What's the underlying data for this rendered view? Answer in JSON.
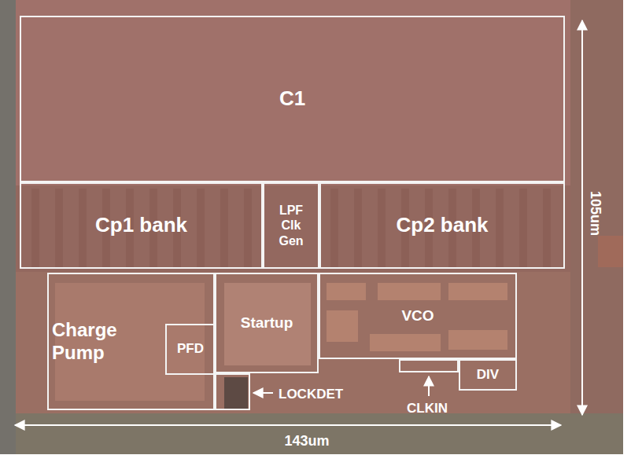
{
  "diagram": {
    "nodes": [
      {
        "text": [
          "C1"
        ]
      },
      {
        "text": [
          "Cp1 bank"
        ]
      },
      {
        "text": [
          "LPF Clk Gen"
        ]
      },
      {
        "text": [
          "Cp2 bank"
        ]
      },
      {
        "text": [
          "Charge Pump"
        ]
      },
      {
        "text": [
          "PFD"
        ],
        "in": 4
      },
      {
        "text": [
          "Startup"
        ]
      },
      {
        "text": [
          "VCO"
        ]
      },
      {
        "text": [
          "DIV"
        ]
      },
      {
        "text": [
          "LOCKDET"
        ]
      },
      {
        "text": [
          "CLKIN"
        ]
      }
    ],
    "labels": [
      "105um",
      "143um"
    ]
  }
}
